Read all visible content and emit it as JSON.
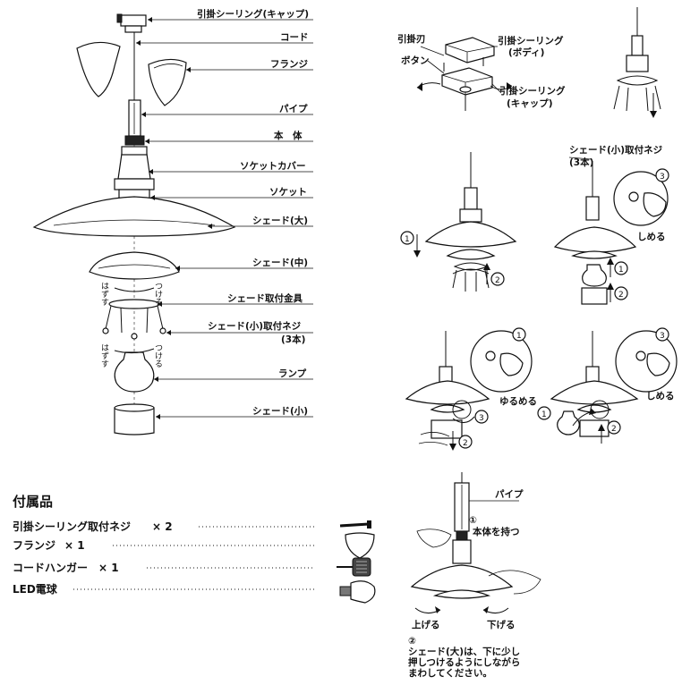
{
  "parts": {
    "cap": "引掛シーリング(キャップ)",
    "cord": "コード",
    "flange": "フランジ",
    "pipe": "パイプ",
    "body": "本　体",
    "socket_cover": "ソケットカバー",
    "socket": "ソケット",
    "shade_large": "シェード(大)",
    "shade_medium": "シェード(中)",
    "shade_bracket": "シェード取付金具",
    "shade_small_screw": "シェード(小)取付ネジ",
    "shade_small_screw_count": "(3本)",
    "lamp": "ランプ",
    "shade_small": "シェード(小)",
    "remove": "はずす",
    "attach": "つける"
  },
  "ceiling": {
    "blade": "引掛刃",
    "body": "引掛シーリング",
    "body_sub": "(ボディ)",
    "button": "ボタン",
    "cap": "引掛シーリング",
    "cap_sub": "(キャップ)"
  },
  "steps": {
    "screw_label": "シェード(小)取付ネジ",
    "screw_count": "(3本)",
    "tighten": "しめる",
    "loosen": "ゆるめる",
    "n1": "1",
    "n2": "2",
    "n3": "3"
  },
  "accessories": {
    "title": "付属品",
    "items": [
      {
        "name": "引掛シーリング取付ネジ",
        "qty": "× 2"
      },
      {
        "name": "フランジ",
        "qty": "× 1"
      },
      {
        "name": "コードハンガー",
        "qty": "× 1"
      },
      {
        "name": "LED電球",
        "qty": ""
      }
    ]
  },
  "install": {
    "pipe": "パイプ",
    "step1_num": "①",
    "step1": "本体を持つ",
    "raise": "上げる",
    "lower": "下げる",
    "step2_num": "②",
    "step2_lines": [
      "シェード(大)は、下に少し",
      "押しつけるようにしながら",
      "まわしてください。"
    ]
  }
}
